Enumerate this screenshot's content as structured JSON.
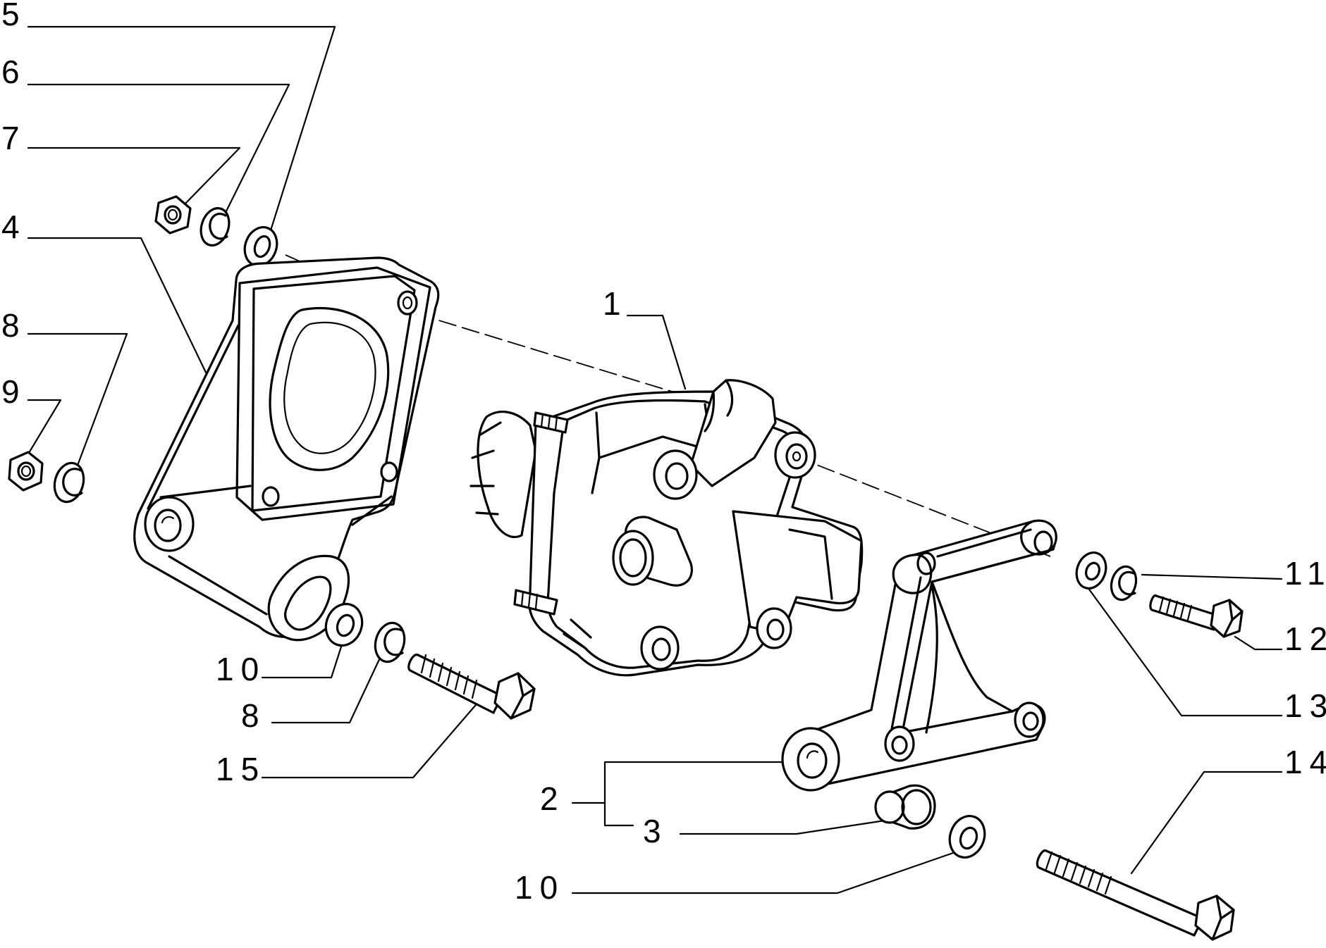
{
  "callouts": [
    {
      "id": "c5",
      "text": "5"
    },
    {
      "id": "c6",
      "text": "6"
    },
    {
      "id": "c7",
      "text": "7"
    },
    {
      "id": "c4",
      "text": "4"
    },
    {
      "id": "c8a",
      "text": "8"
    },
    {
      "id": "c9",
      "text": "9"
    },
    {
      "id": "c1",
      "text": "1"
    },
    {
      "id": "c11",
      "text": "11"
    },
    {
      "id": "c12",
      "text": "12"
    },
    {
      "id": "c13",
      "text": "13"
    },
    {
      "id": "c10a",
      "text": "10"
    },
    {
      "id": "c8b",
      "text": "8"
    },
    {
      "id": "c15",
      "text": "15"
    },
    {
      "id": "c14",
      "text": "14"
    },
    {
      "id": "c2",
      "text": "2"
    },
    {
      "id": "c3",
      "text": "3"
    },
    {
      "id": "c10b",
      "text": "10"
    }
  ]
}
